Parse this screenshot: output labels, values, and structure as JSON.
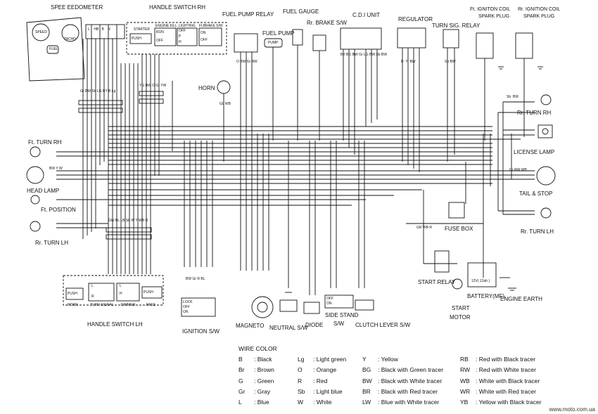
{
  "components": {
    "speedometer": "SPEE EEDOMETER",
    "speed": "SPEED",
    "tacho": "TACHO",
    "fuel": "FUEL",
    "handle_switch_rh": "HANDLE SWITCH RH",
    "starter": "STARTER",
    "engine_kill": "ENGINE KILL",
    "lighting": "LIGHTING",
    "ft_brake_sw": "Ft.BRAKE S/W",
    "push": "PUSH",
    "run": "RUN",
    "off": "OFF",
    "on": "ON",
    "p": "P",
    "h": "H",
    "fuel_pump_relay": "FUEL PUMP RELAY",
    "fuel_gauge": "FUEL GAUGE",
    "fuel_pump": "FUEL PUMP",
    "pump": "PUMP",
    "rr_brake_sw": "Rr. BRAKE S/W",
    "cdi_unit": "C.D.I UNIT",
    "regulator": "REGULATOR",
    "turn_sig_relay": "TURN SIG. RELAY",
    "ft_ignition_coil": "Ft. IGNITON COIL",
    "spark_plug_1": "SPARK PLUG",
    "rr_ignition_coil": "Rr. IGNITION COIL",
    "spark_plug_2": "SPARK PLUG",
    "horn": "HORN",
    "ft_turn_rh": "Ft. TURN RH",
    "rr_turn_rh": "Rr. TURN RH",
    "license_lamp": "LICENSE LAMP",
    "head_lamp": "HEAD LAMP",
    "tail_stop": "TAIL & STOP",
    "ft_position": "Ft. POSITION",
    "rr_turn_lh": "Rr. TURN LH",
    "rr_turn_lh_2": "Rr. TURN LH",
    "fuse_box": "FUSE BOX",
    "start_relay": "START RELAY",
    "battery": "BATTERY(MF)",
    "battery_rating": "12V( 12ah )",
    "engine_earth": "ENGINE EARTH",
    "start_motor_1": "START",
    "start_motor_2": "MOTOR",
    "handle_switch_lh": "HANDLE SWITCH LH",
    "horn_sw": "HORN",
    "turn_signal": "TURN SIGNAL",
    "dimmer": "DIMMER",
    "pass": "PASS",
    "ignition_sw": "IGNITION S/W",
    "lock": "LOCK",
    "magneto": "MAGNETO",
    "neutral_sw": "NEUTRAL S/W",
    "diode": "DIODE",
    "side_stand_1": "SIDE STAND",
    "side_stand_2": "S/W",
    "clutch_lever_sw": "CLUTCH LEVER S/W",
    "l": "L",
    "r": "R"
  },
  "wire_labels": {
    "speedo_top": [
      "L",
      "HB",
      "B",
      "R"
    ],
    "speedo_mid": [
      "Gr",
      "BW",
      "Sb",
      "LG",
      "BY",
      "B",
      "Lg"
    ],
    "hs_rh_bot": [
      "YG",
      "BW",
      "O",
      "Gr",
      "YW"
    ],
    "relay_wires": [
      "O",
      "BW",
      "Gr",
      "BW"
    ],
    "cdi_wires": [
      "BY",
      "BG",
      "BW",
      "Gr",
      "LG",
      "BW",
      "Sb",
      "BW"
    ],
    "reg_wires": [
      "R",
      "Y",
      "BW"
    ],
    "turn_relay_wires": [
      "Sb",
      "BW"
    ],
    "horn_wires": [
      "GL",
      "WB"
    ],
    "rr_turn_rh_wires": [
      "Sb",
      "BW"
    ],
    "tail_wires": [
      "Gr",
      "RW",
      "WB"
    ],
    "headlamp_wires": [
      "BW",
      "Y",
      "W"
    ],
    "lh_mid": [
      "GW",
      "BL",
      "LB",
      "Sb",
      "W",
      "Y",
      "WB",
      "O"
    ],
    "fuse_wires": [
      "GR",
      "WB",
      "R"
    ],
    "ign_wires": [
      "BW",
      "Gr",
      "R",
      "BL"
    ]
  },
  "legend": {
    "title": "WIRE COLOR",
    "columns": [
      [
        {
          "code": "B",
          "name": ": Black"
        },
        {
          "code": "Br",
          "name": ": Brown"
        },
        {
          "code": "G",
          "name": ": Green"
        },
        {
          "code": "Gr",
          "name": ": Gray"
        },
        {
          "code": "L",
          "name": ": Blue"
        }
      ],
      [
        {
          "code": "Lg",
          "name": ": Light green"
        },
        {
          "code": "O",
          "name": ": Orange"
        },
        {
          "code": "R",
          "name": ": Red"
        },
        {
          "code": "Sb",
          "name": ": Light blue"
        },
        {
          "code": "W",
          "name": ": White"
        }
      ],
      [
        {
          "code": "Y",
          "name": ": Yellow"
        },
        {
          "code": "BG",
          "name": ": Black with Green tracer"
        },
        {
          "code": "BW",
          "name": ": Black with White tracer"
        },
        {
          "code": "BR",
          "name": ": Black with Red tracer"
        },
        {
          "code": "LW",
          "name": ": Blue with White tracer"
        }
      ],
      [
        {
          "code": "RB",
          "name": ": Red with Black tracer"
        },
        {
          "code": "RW",
          "name": ": Red with White tracer"
        },
        {
          "code": "WB",
          "name": ": White with Black tracer"
        },
        {
          "code": "WR",
          "name": ": White with Red tracer"
        },
        {
          "code": "YB",
          "name": ": Yellow with Black tracer"
        }
      ]
    ]
  },
  "watermark": "www.moto.com.ua"
}
